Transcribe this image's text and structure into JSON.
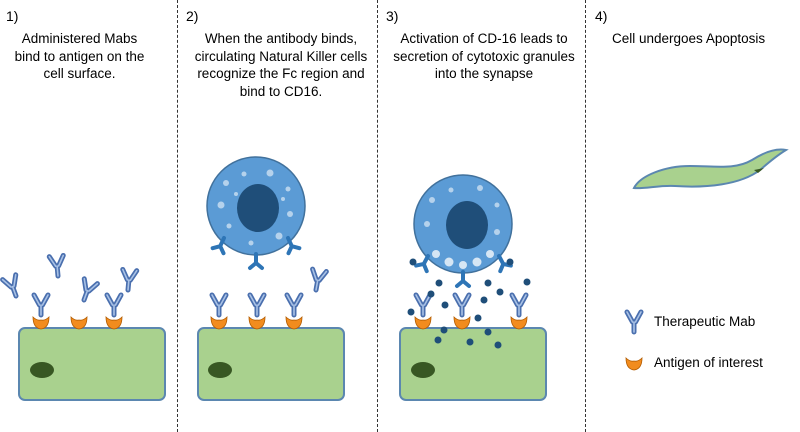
{
  "panels": [
    {
      "number": "1)",
      "caption": "Administered Mabs bind to antigen on the cell surface."
    },
    {
      "number": "2)",
      "caption": "When the antibody binds, circulating Natural Killer cells recognize the Fc region and bind to CD16."
    },
    {
      "number": "3)",
      "caption": "Activation of CD-16 leads to secretion of cytotoxic granules into the synapse"
    },
    {
      "number": "4)",
      "caption": "Cell undergoes Apoptosis"
    }
  ],
  "legend": {
    "mab_label": "Therapeutic Mab",
    "antigen_label": "Antigen of interest"
  },
  "colors": {
    "cell_fill": "#a9d18e",
    "cell_stroke": "#5b87b0",
    "nucleus": "#385723",
    "antigen": "#f28c1e",
    "mab": "#4a6fae",
    "nk_cell": "#5b9bd5",
    "nk_nucleus": "#1f4e79",
    "granule": "#1f4e79"
  }
}
